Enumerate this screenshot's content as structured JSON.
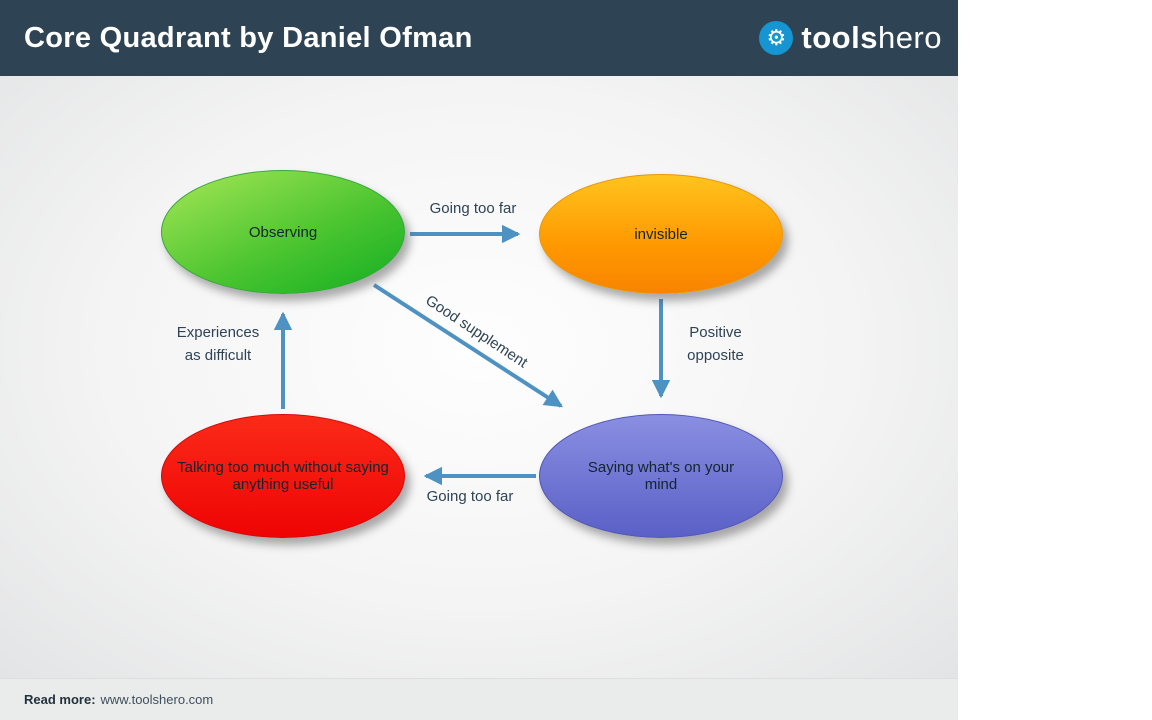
{
  "header": {
    "title": "Core Quadrant by Daniel Ofman",
    "logo_bold": "tools",
    "logo_light": "hero",
    "brand_blue": "#1695d2",
    "header_bg": "#2e4354"
  },
  "diagram": {
    "nodes": {
      "observing": {
        "label": "Observing",
        "color": "#3dbb2e"
      },
      "invisible": {
        "label": "invisible",
        "color": "#ff9800"
      },
      "talking": {
        "label": "Talking too much without saying anything useful",
        "color": "#ee0404"
      },
      "saying": {
        "label": "Saying what's on your mind",
        "color": "#6a70d8"
      }
    },
    "edges": {
      "going_too_far_top": {
        "label": "Going too far",
        "from": "observing",
        "to": "invisible"
      },
      "positive_opposite": {
        "label": "Positive\nopposite",
        "from": "invisible",
        "to": "saying"
      },
      "going_too_far_bottom": {
        "label": "Going too far",
        "from": "saying",
        "to": "talking"
      },
      "experiences": {
        "label": "Experiences\nas difficult",
        "from": "talking",
        "to": "observing"
      },
      "good_supplement": {
        "label": "Good supplement",
        "from": "observing",
        "to": "saying"
      }
    },
    "arrow_color": "#4e92c4"
  },
  "footer": {
    "read_more_label": "Read more:",
    "url": "www.toolshero.com"
  }
}
